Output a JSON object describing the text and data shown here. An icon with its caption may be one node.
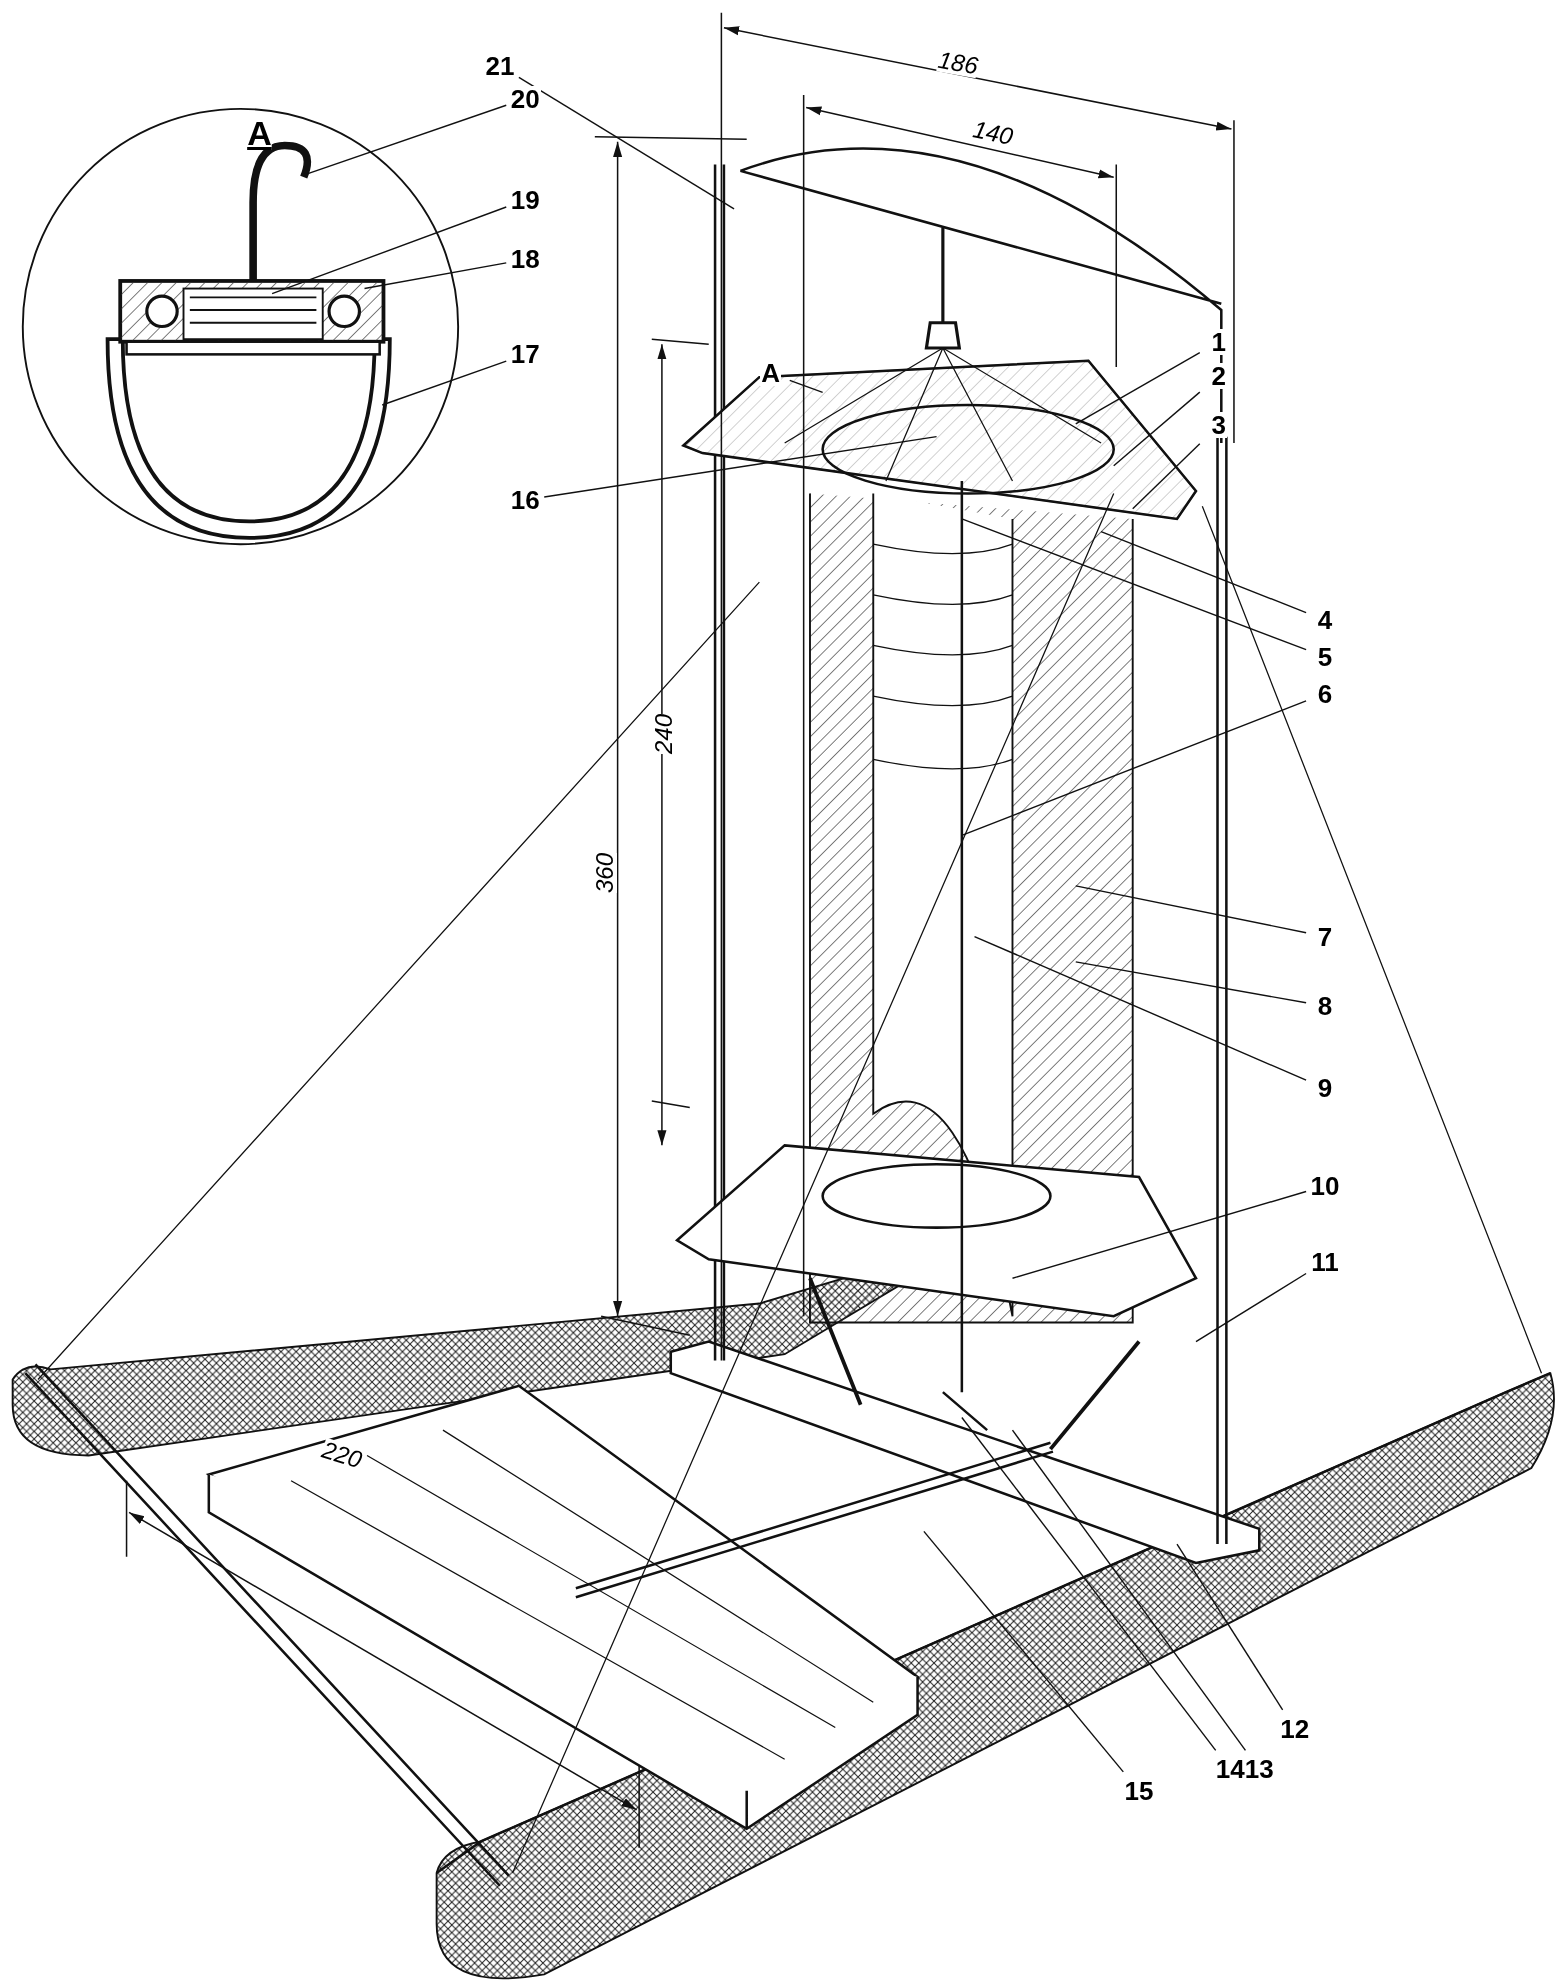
{
  "diagram": {
    "nodes": [
      {
        "text": [
          "1"
        ]
      },
      {
        "text": [
          "2"
        ]
      },
      {
        "text": [
          "3"
        ]
      },
      {
        "text": [
          "4"
        ]
      },
      {
        "text": [
          "5"
        ]
      },
      {
        "text": [
          "6"
        ]
      },
      {
        "text": [
          "7"
        ]
      },
      {
        "text": [
          "8"
        ]
      },
      {
        "text": [
          "9"
        ]
      },
      {
        "text": [
          "10"
        ]
      },
      {
        "text": [
          "11"
        ]
      },
      {
        "text": [
          "12"
        ]
      },
      {
        "text": [
          "13"
        ]
      },
      {
        "text": [
          "14"
        ]
      },
      {
        "text": [
          "15"
        ]
      },
      {
        "text": [
          "16"
        ]
      },
      {
        "text": [
          "17"
        ]
      },
      {
        "text": [
          "18"
        ]
      },
      {
        "text": [
          "19"
        ]
      },
      {
        "text": [
          "20"
        ]
      },
      {
        "text": [
          "21"
        ]
      },
      {
        "text": [
          "A"
        ]
      }
    ],
    "edges": [
      {
        "from": 0,
        "to": null,
        "arrow": "none"
      },
      {
        "from": 1,
        "to": null,
        "arrow": "none"
      },
      {
        "from": 2,
        "to": null,
        "arrow": "none"
      },
      {
        "from": 3,
        "to": null,
        "arrow": "none"
      },
      {
        "from": 4,
        "to": null,
        "arrow": "none"
      },
      {
        "from": 5,
        "to": null,
        "arrow": "none"
      },
      {
        "from": 6,
        "to": null,
        "arrow": "none"
      },
      {
        "from": 7,
        "to": null,
        "arrow": "none"
      },
      {
        "from": 8,
        "to": null,
        "arrow": "none"
      },
      {
        "from": 9,
        "to": null,
        "arrow": "none"
      },
      {
        "from": 10,
        "to": null,
        "arrow": "none"
      },
      {
        "from": 11,
        "to": null,
        "arrow": "none"
      },
      {
        "from": 12,
        "to": null,
        "arrow": "none"
      },
      {
        "from": 13,
        "to": null,
        "arrow": "none"
      },
      {
        "from": 14,
        "to": null,
        "arrow": "none"
      },
      {
        "from": 15,
        "to": null,
        "arrow": "none"
      },
      {
        "from": 16,
        "to": null,
        "arrow": "none"
      },
      {
        "from": 17,
        "to": null,
        "arrow": "none"
      },
      {
        "from": 18,
        "to": null,
        "arrow": "none"
      },
      {
        "from": 19,
        "to": null,
        "arrow": "none"
      },
      {
        "from": 20,
        "to": null,
        "arrow": "none"
      },
      {
        "from": 21,
        "to": null,
        "arrow": "none"
      }
    ],
    "labels": [
      "A",
      "186",
      "140",
      "360",
      "240",
      "220"
    ]
  }
}
